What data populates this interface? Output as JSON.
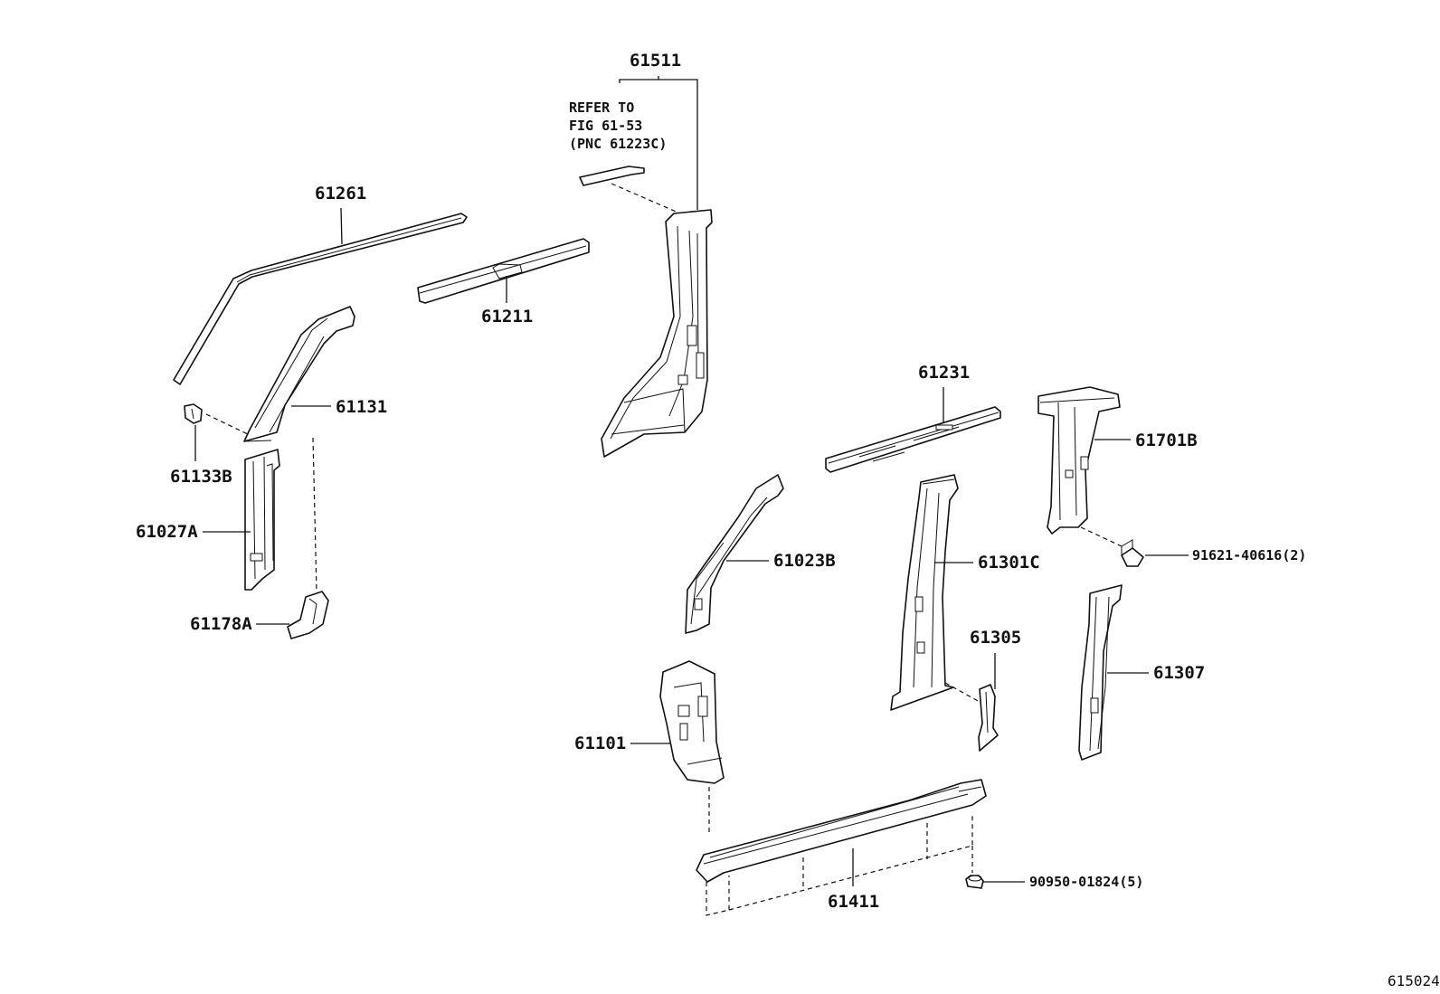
{
  "diagram": {
    "figure_number": "615024",
    "note": {
      "line1": "REFER TO",
      "line2": "FIG 61-53",
      "line3": "(PNC 61223C)"
    },
    "labels": {
      "p61511": "61511",
      "p61261": "61261",
      "p61211": "61211",
      "p61131": "61131",
      "p61133B": "61133B",
      "p61027A": "61027A",
      "p61178A": "61178A",
      "p61231": "61231",
      "p61701B": "61701B",
      "p91621": "91621-40616(2)",
      "p61023B": "61023B",
      "p61301C": "61301C",
      "p61305": "61305",
      "p61307": "61307",
      "p61101": "61101",
      "p61411": "61411",
      "p90950": "90950-01824(5)"
    }
  }
}
